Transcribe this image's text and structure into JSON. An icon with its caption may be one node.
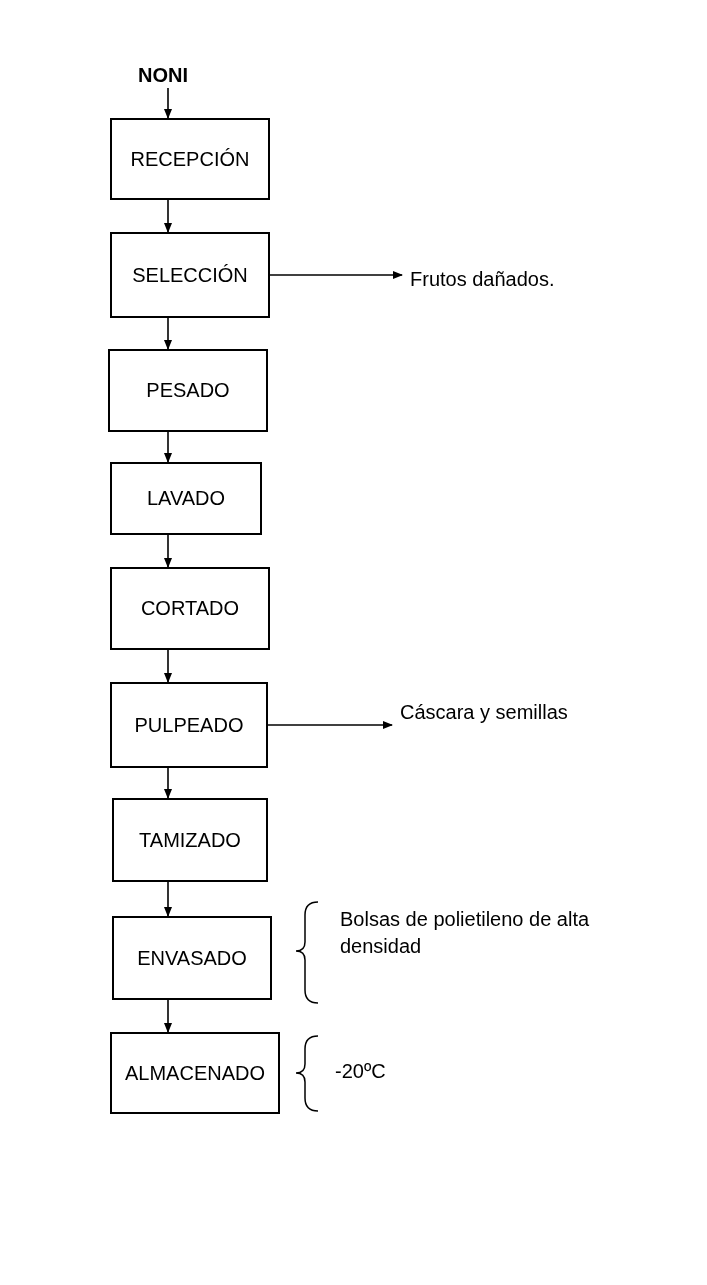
{
  "diagram": {
    "nodes": [
      {
        "text": [
          "NONI"
        ]
      },
      {
        "text": [
          "RECEPCIÓN"
        ]
      },
      {
        "text": [
          "SELECCIÓN"
        ]
      },
      {
        "text": [
          "PESADO"
        ]
      },
      {
        "text": [
          "LAVADO"
        ]
      },
      {
        "text": [
          "CORTADO"
        ]
      },
      {
        "text": [
          "PULPEADO"
        ]
      },
      {
        "text": [
          "TAMIZADO"
        ]
      },
      {
        "text": [
          "ENVASADO"
        ],
        "beside": [
          "Bolsas de polietileno de alta densidad"
        ]
      },
      {
        "text": [
          "ALMACENADO"
        ],
        "beside": [
          "-20ºC"
        ]
      },
      {
        "text": [
          "Frutos dañados."
        ]
      },
      {
        "text": [
          "Cáscara y semillas"
        ]
      }
    ],
    "edges": [
      {
        "from": 0,
        "to": 1,
        "arrow": "to"
      },
      {
        "from": 1,
        "to": 2,
        "arrow": "to"
      },
      {
        "from": 2,
        "to": 3,
        "arrow": "to"
      },
      {
        "from": 3,
        "to": 4,
        "arrow": "to"
      },
      {
        "from": 4,
        "to": 5,
        "arrow": "to"
      },
      {
        "from": 5,
        "to": 6,
        "arrow": "to"
      },
      {
        "from": 6,
        "to": 7,
        "arrow": "to"
      },
      {
        "from": 7,
        "to": 8,
        "arrow": "to"
      },
      {
        "from": 8,
        "to": 9,
        "arrow": "to"
      },
      {
        "from": 2,
        "to": 10,
        "arrow": "to"
      },
      {
        "from": 6,
        "to": 11,
        "arrow": "to"
      }
    ]
  }
}
